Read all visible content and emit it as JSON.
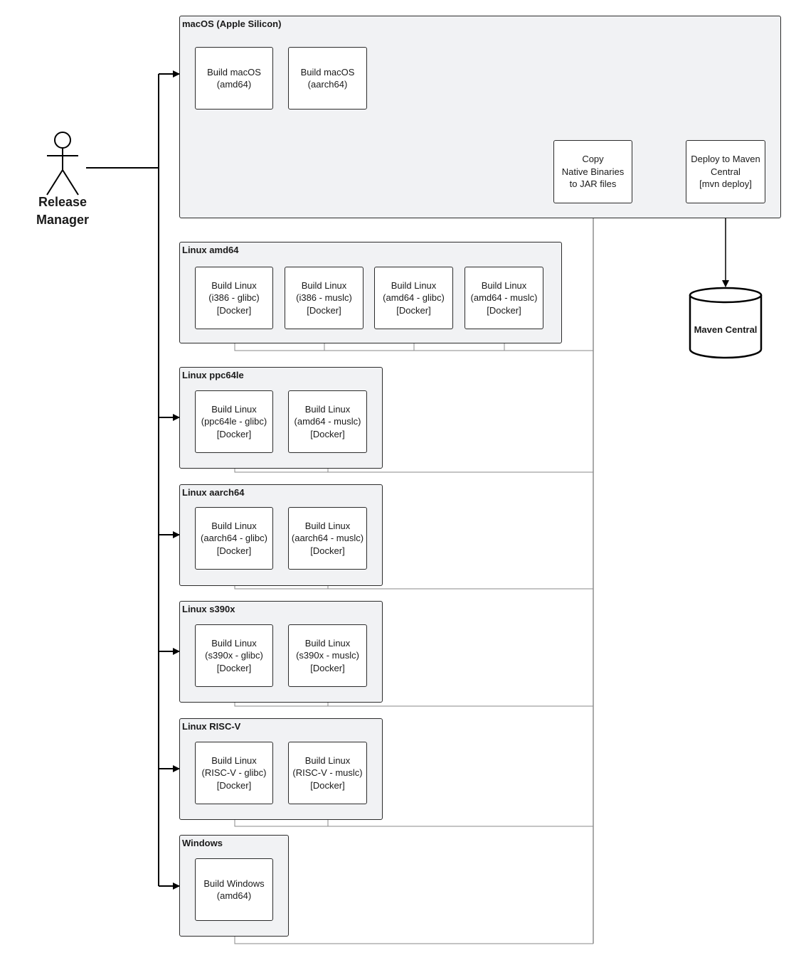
{
  "actor": {
    "label": "Release\nManager",
    "icon": "stick-figure-icon"
  },
  "groups": {
    "macos": {
      "title": "macOS (Apple Silicon)",
      "nodes": {
        "build_amd64": "Build macOS\n(amd64)",
        "build_aarch64": "Build macOS\n(aarch64)",
        "copy": "Copy\nNative Binaries\nto JAR files",
        "deploy": "Deploy to Maven\nCentral\n[mvn deploy]"
      }
    },
    "linux_amd64": {
      "title": "Linux amd64",
      "nodes": [
        "Build Linux\n(i386 - glibc)\n[Docker]",
        "Build Linux\n(i386 - muslc)\n[Docker]",
        "Build Linux\n(amd64 - glibc)\n[Docker]",
        "Build Linux\n(amd64 - muslc)\n[Docker]"
      ]
    },
    "linux_ppc64le": {
      "title": "Linux ppc64le",
      "nodes": [
        "Build Linux\n(ppc64le - glibc)\n[Docker]",
        "Build Linux\n(amd64 - muslc)\n[Docker]"
      ]
    },
    "linux_aarch64": {
      "title": "Linux aarch64",
      "nodes": [
        "Build Linux\n(aarch64 - glibc)\n[Docker]",
        "Build Linux\n(aarch64 - muslc)\n[Docker]"
      ]
    },
    "linux_s390x": {
      "title": "Linux s390x",
      "nodes": [
        "Build Linux\n(s390x - glibc)\n[Docker]",
        "Build Linux\n(s390x - muslc)\n[Docker]"
      ]
    },
    "linux_riscv": {
      "title": "Linux RISC-V",
      "nodes": [
        "Build Linux\n(RISC-V - glibc)\n[Docker]",
        "Build Linux\n(RISC-V - muslc)\n[Docker]"
      ]
    },
    "windows": {
      "title": "Windows",
      "nodes": [
        "Build Windows\n(amd64)"
      ]
    }
  },
  "database": {
    "label": "Maven Central",
    "icon": "database-cylinder-icon"
  }
}
